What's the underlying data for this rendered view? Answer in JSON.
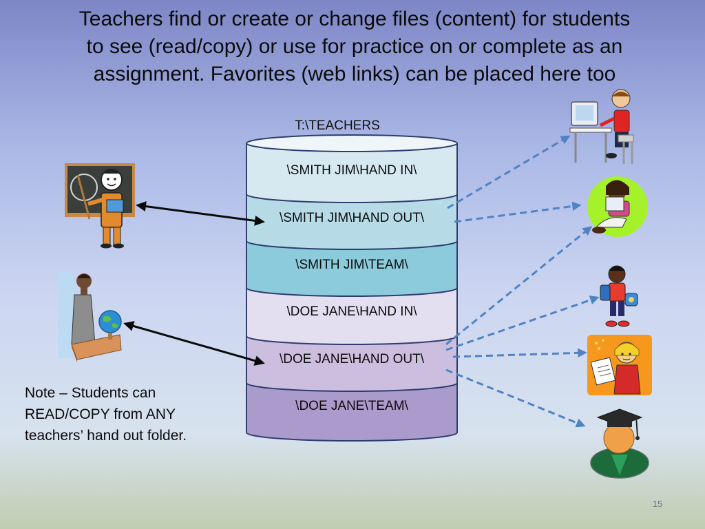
{
  "title": {
    "line1": "Teachers find or create or change files (content) for students",
    "line2": "to see (read/copy) or use for practice on or complete as an",
    "line3": "assignment.   Favorites (web links) can be placed here too"
  },
  "drive_label": "T:\\TEACHERS",
  "folders": [
    {
      "label": "\\SMITH JIM\\HAND IN\\",
      "color": "#d6e9f0"
    },
    {
      "label": "\\SMITH JIM\\HAND OUT\\",
      "color": "#b6dbe7"
    },
    {
      "label": "\\SMITH JIM\\TEAM\\",
      "color": "#8ccbdb"
    },
    {
      "label": "\\DOE JANE\\HAND IN\\",
      "color": "#e3def0"
    },
    {
      "label": "\\DOE JANE\\HAND OUT\\",
      "color": "#cbbede"
    },
    {
      "label": "\\DOE JANE\\TEAM\\",
      "color": "#ab9bcc"
    }
  ],
  "note": {
    "line1": "Note – Students can",
    "line2": "READ/COPY from ANY",
    "line3": "teachers’ hand out folder."
  },
  "page_number": "15",
  "colors": {
    "teacher_arrow": "#0a0a0a",
    "student_arrow": "#4f83c4"
  }
}
